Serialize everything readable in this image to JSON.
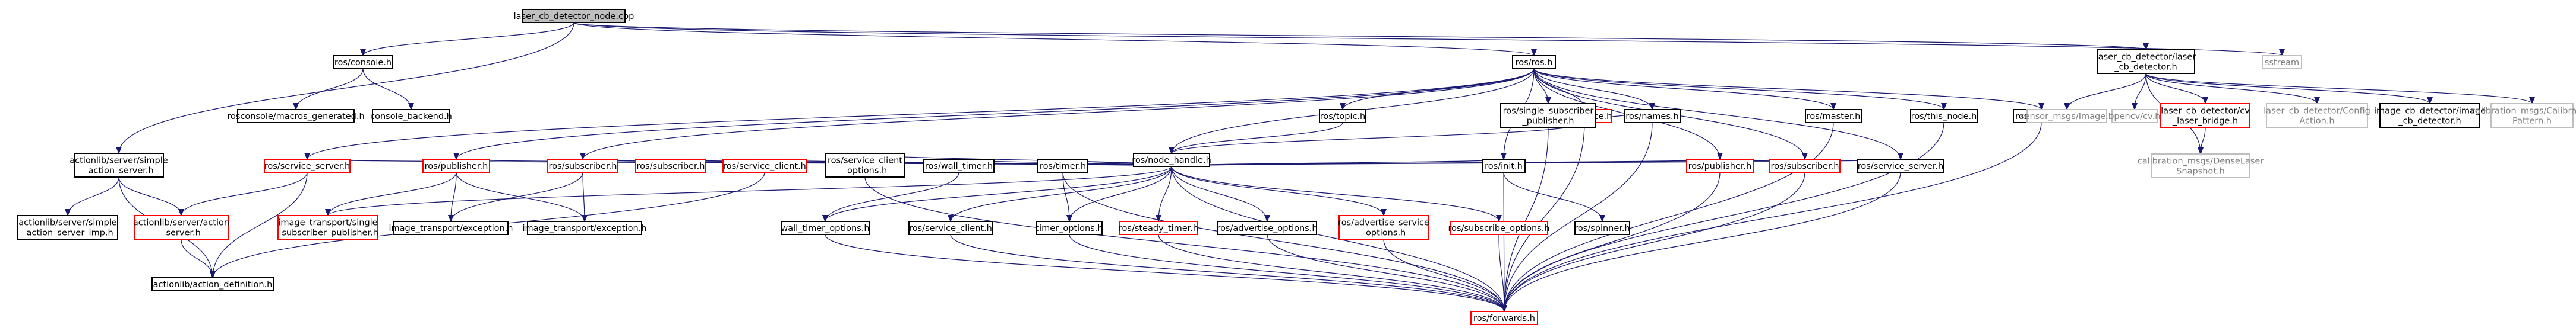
{
  "title": "laser_cb_detector_node.cpp",
  "colors": {
    "edge": "#191970",
    "default_border": "#000000",
    "missing_border": "#ff0000",
    "external_border": "#bfbfbf",
    "root_fill": "#bfbfbf",
    "node_fill": "#ffffff",
    "external_text": "#7f7f7f"
  },
  "nodes": [
    {
      "id": "root",
      "lines": [
        "laser_cb_detector_node.cpp"
      ],
      "style": "root"
    },
    {
      "id": "ros_console",
      "lines": [
        "ros/console.h"
      ],
      "style": "normal"
    },
    {
      "id": "ros_ros",
      "lines": [
        "ros/ros.h"
      ],
      "style": "normal"
    },
    {
      "id": "laser_cb_det",
      "lines": [
        "laser_cb_detector/laser",
        "_cb_detector.h"
      ],
      "style": "normal"
    },
    {
      "id": "sstream",
      "lines": [
        "sstream"
      ],
      "style": "external"
    },
    {
      "id": "rosconsole_macros",
      "lines": [
        "rosconsole/macros_generated.h"
      ],
      "style": "normal"
    },
    {
      "id": "console_backend",
      "lines": [
        "console_backend.h"
      ],
      "style": "normal"
    },
    {
      "id": "ros_topic",
      "lines": [
        "ros/topic.h"
      ],
      "style": "normal"
    },
    {
      "id": "ros_service",
      "lines": [
        "ros/service.h"
      ],
      "style": "missing"
    },
    {
      "id": "ros_ssp",
      "lines": [
        "ros/single_subscriber",
        "_publisher.h"
      ],
      "style": "normal"
    },
    {
      "id": "ros_names",
      "lines": [
        "ros/names.h"
      ],
      "style": "normal"
    },
    {
      "id": "ros_master",
      "lines": [
        "ros/master.h"
      ],
      "style": "normal"
    },
    {
      "id": "ros_this_node",
      "lines": [
        "ros/this_node.h"
      ],
      "style": "normal"
    },
    {
      "id": "ros_param",
      "lines": [
        "ros/param.h"
      ],
      "style": "normal"
    },
    {
      "id": "sensor_msgs_image",
      "lines": [
        "sensor_msgs/Image.h"
      ],
      "style": "external"
    },
    {
      "id": "opencv",
      "lines": [
        "opencv/cv.h"
      ],
      "style": "external"
    },
    {
      "id": "cv_laser_bridge",
      "lines": [
        "laser_cb_detector/cv",
        "_laser_bridge.h"
      ],
      "style": "missing"
    },
    {
      "id": "config_action",
      "lines": [
        "laser_cb_detector/Config",
        "Action.h"
      ],
      "style": "external"
    },
    {
      "id": "image_cb_det",
      "lines": [
        "image_cb_detector/image",
        "_cb_detector.h"
      ],
      "style": "normal"
    },
    {
      "id": "calib_pattern",
      "lines": [
        "calibration_msgs/Calibration",
        "Pattern.h"
      ],
      "style": "external"
    },
    {
      "id": "calib_dense",
      "lines": [
        "calibration_msgs/DenseLaser",
        "Snapshot.h"
      ],
      "style": "external"
    },
    {
      "id": "ros_node_handle",
      "lines": [
        "ros/node_handle.h"
      ],
      "style": "normal"
    },
    {
      "id": "actionlib_sas",
      "lines": [
        "actionlib/server/simple",
        "_action_server.h"
      ],
      "style": "normal"
    },
    {
      "id": "ros_service_server_red",
      "lines": [
        "ros/service_server.h"
      ],
      "style": "missing"
    },
    {
      "id": "ros_publisher_red1",
      "lines": [
        "ros/publisher.h"
      ],
      "style": "missing"
    },
    {
      "id": "ros_subscriber_red1",
      "lines": [
        "ros/subscriber.h"
      ],
      "style": "missing"
    },
    {
      "id": "ros_subscriber_red2",
      "lines": [
        "ros/subscriber.h"
      ],
      "style": "missing"
    },
    {
      "id": "ros_service_client_red",
      "lines": [
        "ros/service_client.h"
      ],
      "style": "missing"
    },
    {
      "id": "ros_service_client_opts",
      "lines": [
        "ros/service_client",
        "_options.h"
      ],
      "style": "normal"
    },
    {
      "id": "ros_wall_timer",
      "lines": [
        "ros/wall_timer.h"
      ],
      "style": "normal"
    },
    {
      "id": "ros_timer",
      "lines": [
        "ros/timer.h"
      ],
      "style": "normal"
    },
    {
      "id": "ros_init",
      "lines": [
        "ros/init.h"
      ],
      "style": "normal"
    },
    {
      "id": "ros_publisher_red2",
      "lines": [
        "ros/publisher.h"
      ],
      "style": "missing"
    },
    {
      "id": "ros_subscriber_red3",
      "lines": [
        "ros/subscriber.h"
      ],
      "style": "missing"
    },
    {
      "id": "ros_service_server",
      "lines": [
        "ros/service_server.h"
      ],
      "style": "normal"
    },
    {
      "id": "actionlib_sas_imp",
      "lines": [
        "actionlib/server/simple",
        "_action_server_imp.h"
      ],
      "style": "normal"
    },
    {
      "id": "actionlib_as",
      "lines": [
        "actionlib/server/action",
        "_server.h"
      ],
      "style": "missing"
    },
    {
      "id": "it_ssp",
      "lines": [
        "image_transport/single",
        "_subscriber_publisher.h"
      ],
      "style": "missing"
    },
    {
      "id": "it_exception1",
      "lines": [
        "image_transport/exception.h"
      ],
      "style": "normal"
    },
    {
      "id": "it_exception2",
      "lines": [
        "image_transport/exception.h"
      ],
      "style": "normal"
    },
    {
      "id": "wall_timer_opts",
      "lines": [
        "wall_timer_options.h"
      ],
      "style": "normal"
    },
    {
      "id": "ros_service_client",
      "lines": [
        "ros/service_client.h"
      ],
      "style": "normal"
    },
    {
      "id": "timer_opts",
      "lines": [
        "timer_options.h"
      ],
      "style": "normal"
    },
    {
      "id": "ros_steady_timer",
      "lines": [
        "ros/steady_timer.h"
      ],
      "style": "missing"
    },
    {
      "id": "ros_advertise_opts",
      "lines": [
        "ros/advertise_options.h"
      ],
      "style": "normal"
    },
    {
      "id": "ros_adv_service_opts",
      "lines": [
        "ros/advertise_service",
        "_options.h"
      ],
      "style": "missing"
    },
    {
      "id": "ros_subscribe_opts",
      "lines": [
        "ros/subscribe_options.h"
      ],
      "style": "missing"
    },
    {
      "id": "ros_spinner",
      "lines": [
        "ros/spinner.h"
      ],
      "style": "normal"
    },
    {
      "id": "actionlib_action_def",
      "lines": [
        "actionlib/action_definition.h"
      ],
      "style": "normal"
    },
    {
      "id": "ros_forwards",
      "lines": [
        "ros/forwards.h"
      ],
      "style": "missing"
    }
  ],
  "edges": [
    [
      "root",
      "ros_console"
    ],
    [
      "root",
      "ros_ros"
    ],
    [
      "root",
      "laser_cb_det"
    ],
    [
      "root",
      "sstream"
    ],
    [
      "root",
      "actionlib_sas"
    ],
    [
      "ros_console",
      "rosconsole_macros"
    ],
    [
      "ros_console",
      "console_backend"
    ],
    [
      "ros_ros",
      "ros_topic"
    ],
    [
      "ros_ros",
      "ros_service"
    ],
    [
      "ros_ros",
      "ros_ssp"
    ],
    [
      "ros_ros",
      "ros_names"
    ],
    [
      "ros_ros",
      "ros_master"
    ],
    [
      "ros_ros",
      "ros_this_node"
    ],
    [
      "ros_ros",
      "ros_param"
    ],
    [
      "ros_ros",
      "ros_node_handle"
    ],
    [
      "ros_ros",
      "ros_service_server_red"
    ],
    [
      "ros_ros",
      "ros_publisher_red1"
    ],
    [
      "ros_ros",
      "ros_subscriber_red1"
    ],
    [
      "ros_ros",
      "ros_init"
    ],
    [
      "ros_ros",
      "ros_publisher_red2"
    ],
    [
      "ros_ros",
      "ros_subscriber_red3"
    ],
    [
      "ros_ros",
      "ros_service_server"
    ],
    [
      "laser_cb_det",
      "sensor_msgs_image"
    ],
    [
      "laser_cb_det",
      "opencv"
    ],
    [
      "laser_cb_det",
      "cv_laser_bridge"
    ],
    [
      "laser_cb_det",
      "config_action"
    ],
    [
      "laser_cb_det",
      "image_cb_det"
    ],
    [
      "laser_cb_det",
      "calib_pattern"
    ],
    [
      "laser_cb_det",
      "calib_dense"
    ],
    [
      "cv_laser_bridge",
      "calib_dense"
    ],
    [
      "ros_topic",
      "ros_node_handle"
    ],
    [
      "ros_service",
      "ros_node_handle"
    ],
    [
      "ros_service",
      "ros_names"
    ],
    [
      "ros_service",
      "ros_forwards"
    ],
    [
      "ros_ssp",
      "ros_forwards"
    ],
    [
      "ros_names",
      "ros_forwards"
    ],
    [
      "ros_master",
      "ros_forwards"
    ],
    [
      "ros_this_node",
      "ros_forwards"
    ],
    [
      "ros_param",
      "ros_forwards"
    ],
    [
      "ros_node_handle",
      "ros_service_server_red"
    ],
    [
      "ros_node_handle",
      "ros_publisher_red1"
    ],
    [
      "ros_node_handle",
      "ros_subscriber_red1"
    ],
    [
      "ros_node_handle",
      "ros_subscriber_red2"
    ],
    [
      "ros_node_handle",
      "ros_service_client_red"
    ],
    [
      "ros_node_handle",
      "ros_service_client_opts"
    ],
    [
      "ros_node_handle",
      "ros_wall_timer"
    ],
    [
      "ros_node_handle",
      "ros_timer"
    ],
    [
      "ros_node_handle",
      "ros_init"
    ],
    [
      "ros_node_handle",
      "ros_publisher_red2"
    ],
    [
      "ros_node_handle",
      "ros_subscriber_red3"
    ],
    [
      "ros_node_handle",
      "ros_service_server"
    ],
    [
      "ros_node_handle",
      "wall_timer_opts"
    ],
    [
      "ros_node_handle",
      "ros_service_client"
    ],
    [
      "ros_node_handle",
      "timer_opts"
    ],
    [
      "ros_node_handle",
      "ros_steady_timer"
    ],
    [
      "ros_node_handle",
      "ros_advertise_opts"
    ],
    [
      "ros_node_handle",
      "ros_adv_service_opts"
    ],
    [
      "ros_node_handle",
      "ros_subscribe_opts"
    ],
    [
      "ros_node_handle",
      "ros_forwards"
    ],
    [
      "ros_node_handle",
      "it_ssp"
    ],
    [
      "actionlib_sas",
      "actionlib_sas_imp"
    ],
    [
      "actionlib_sas",
      "actionlib_as"
    ],
    [
      "actionlib_sas",
      "actionlib_action_def"
    ],
    [
      "ros_service_server_red",
      "actionlib_as"
    ],
    [
      "ros_service_server_red",
      "actionlib_action_def"
    ],
    [
      "ros_publisher_red1",
      "it_ssp"
    ],
    [
      "ros_publisher_red1",
      "it_exception1"
    ],
    [
      "ros_publisher_red1",
      "it_exception2"
    ],
    [
      "ros_subscriber_red1",
      "it_exception1"
    ],
    [
      "ros_subscriber_red1",
      "it_exception2"
    ],
    [
      "ros_service_client_red",
      "actionlib_action_def"
    ],
    [
      "ros_service_client_opts",
      "ros_forwards"
    ],
    [
      "ros_wall_timer",
      "wall_timer_opts"
    ],
    [
      "ros_timer",
      "timer_opts"
    ],
    [
      "ros_timer",
      "ros_forwards"
    ],
    [
      "ros_init",
      "ros_spinner"
    ],
    [
      "ros_init",
      "ros_forwards"
    ],
    [
      "ros_publisher_red2",
      "ros_forwards"
    ],
    [
      "ros_subscriber_red3",
      "ros_forwards"
    ],
    [
      "ros_service_server",
      "ros_forwards"
    ],
    [
      "actionlib_as",
      "actionlib_action_def"
    ],
    [
      "wall_timer_opts",
      "ros_forwards"
    ],
    [
      "ros_service_client",
      "ros_forwards"
    ],
    [
      "timer_opts",
      "ros_forwards"
    ],
    [
      "ros_steady_timer",
      "ros_forwards"
    ],
    [
      "ros_advertise_opts",
      "ros_forwards"
    ],
    [
      "ros_adv_service_opts",
      "ros_forwards"
    ],
    [
      "ros_subscribe_opts",
      "ros_forwards"
    ]
  ]
}
